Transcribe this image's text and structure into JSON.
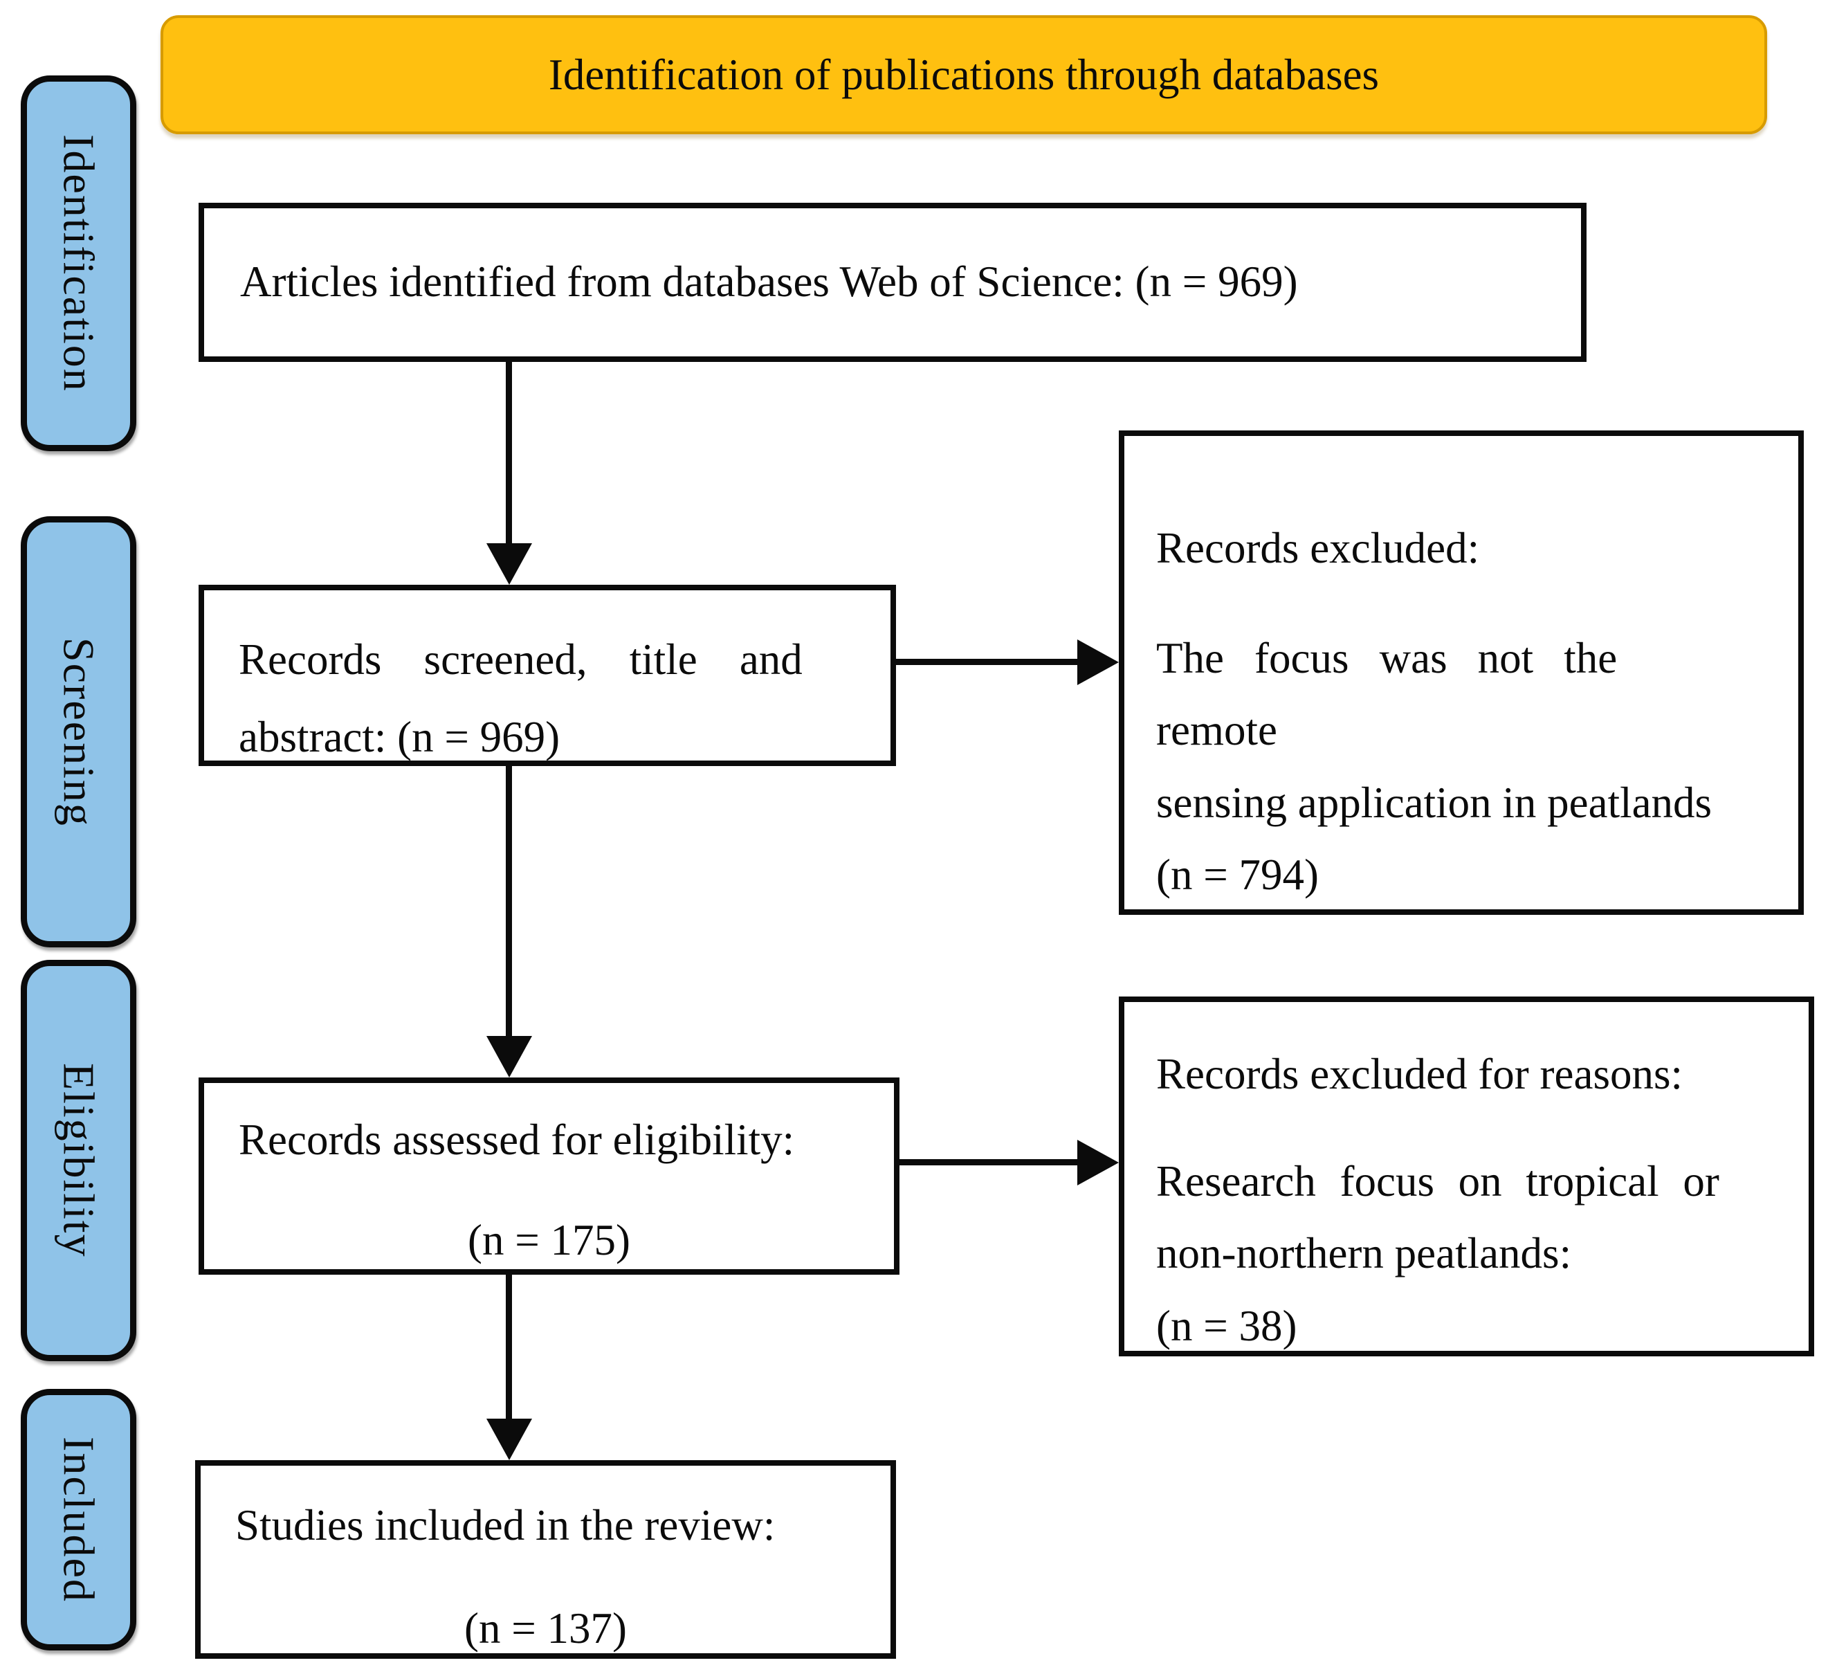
{
  "header": {
    "title": "Identification of publications through databases"
  },
  "sidebar": {
    "stages": [
      {
        "label": "Identification"
      },
      {
        "label": "Screening"
      },
      {
        "label": "Eligibility"
      },
      {
        "label": "Included"
      }
    ]
  },
  "flow": {
    "box1": {
      "text": "Articles identified from databases Web of Science: (n = 969)"
    },
    "box2": {
      "line1": "Records screened, title and",
      "line2": "abstract: (n = 969)"
    },
    "box3": {
      "line1": "Records assessed for eligibility:",
      "line2": "(n = 175)"
    },
    "box4": {
      "line1": "Studies included in the review:",
      "line2": "(n = 137)"
    }
  },
  "exclusions": {
    "rbox1": {
      "title": "Records excluded:",
      "line1": "The focus was not the remote",
      "line2": "sensing application in peatlands",
      "line3": "(n = 794)"
    },
    "rbox2": {
      "title": "Records excluded for reasons:",
      "line1": "Research focus on tropical or",
      "line2": "non-northern peatlands:",
      "line3": "(n = 38)"
    }
  },
  "colors": {
    "banner_fill": "#FFC010",
    "banner_border": "#D79B00",
    "stage_fill": "#8FC3E8",
    "box_border": "#0B0B0B",
    "arrow": "#0B0B0B"
  }
}
